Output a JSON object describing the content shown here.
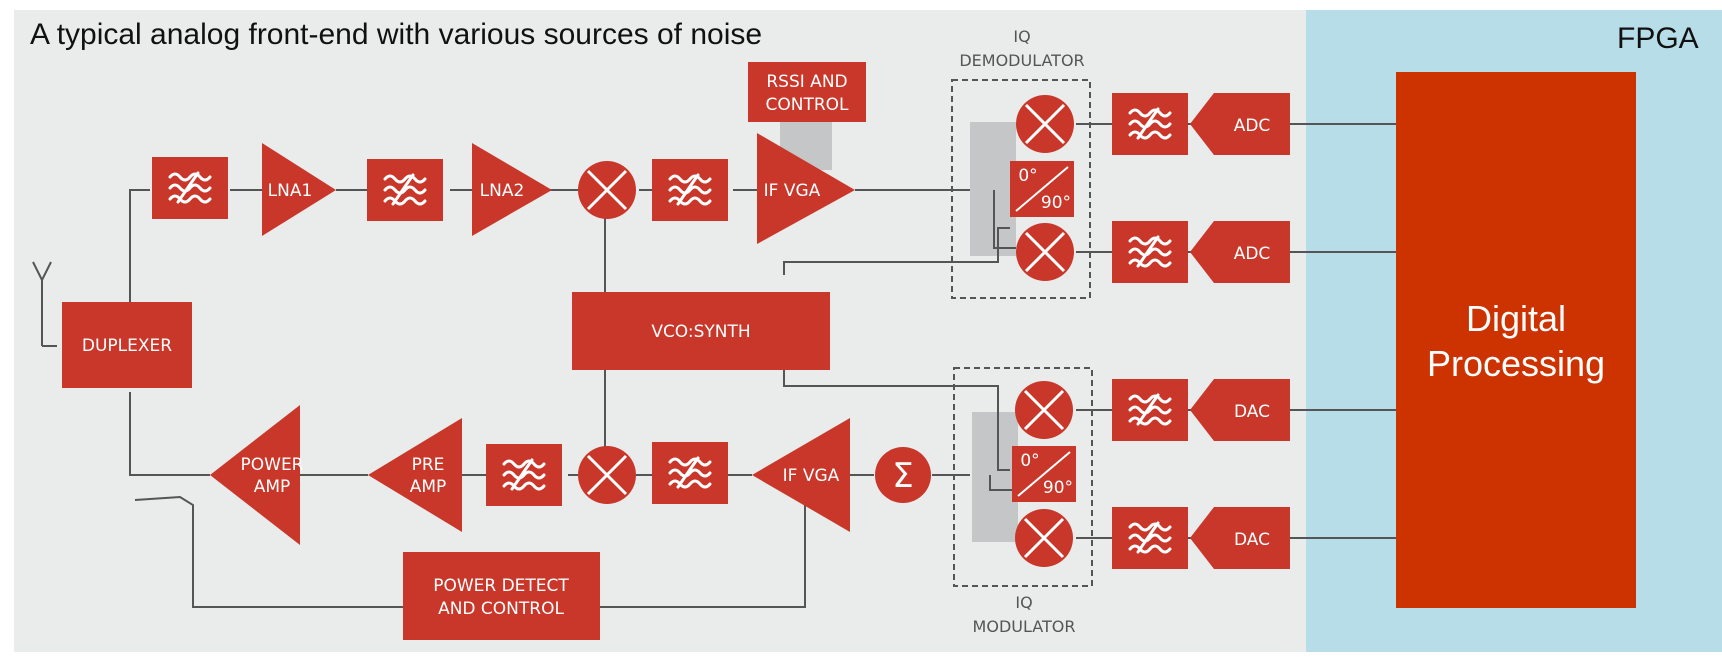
{
  "title": "A typical analog front-end with various sources of noise",
  "fpga_label": "FPGA",
  "digital_processing": [
    "Digital",
    "Processing"
  ],
  "blocks": {
    "duplexer": "DUPLEXER",
    "lna1": "LNA1",
    "lna2": "LNA2",
    "if_vga_rx": "IF VGA",
    "if_vga_tx": "IF VGA",
    "rssi": [
      "RSSI AND",
      "CONTROL"
    ],
    "vco": "VCO:SYNTH",
    "power_amp": [
      "POWER",
      "AMP"
    ],
    "pre_amp": [
      "PRE",
      "AMP"
    ],
    "power_detect": [
      "POWER DETECT",
      "AND CONTROL"
    ],
    "sum_symbol": "Σ",
    "phase_0": "0°",
    "phase_90": "90°"
  },
  "converters": {
    "adc_top": "ADC",
    "adc_bottom": "ADC",
    "dac_top": "DAC",
    "dac_bottom": "DAC"
  },
  "iq_demodulator": [
    "IQ",
    "DEMODULATOR"
  ],
  "iq_modulator": [
    "IQ",
    "MODULATOR"
  ],
  "colors": {
    "block_red": "#c8372a",
    "digital_red": "#cc3300",
    "fpga_bg": "#b7dde8",
    "analog_bg": "#eaebeb",
    "shadow_gray": "#c5c6c7"
  }
}
